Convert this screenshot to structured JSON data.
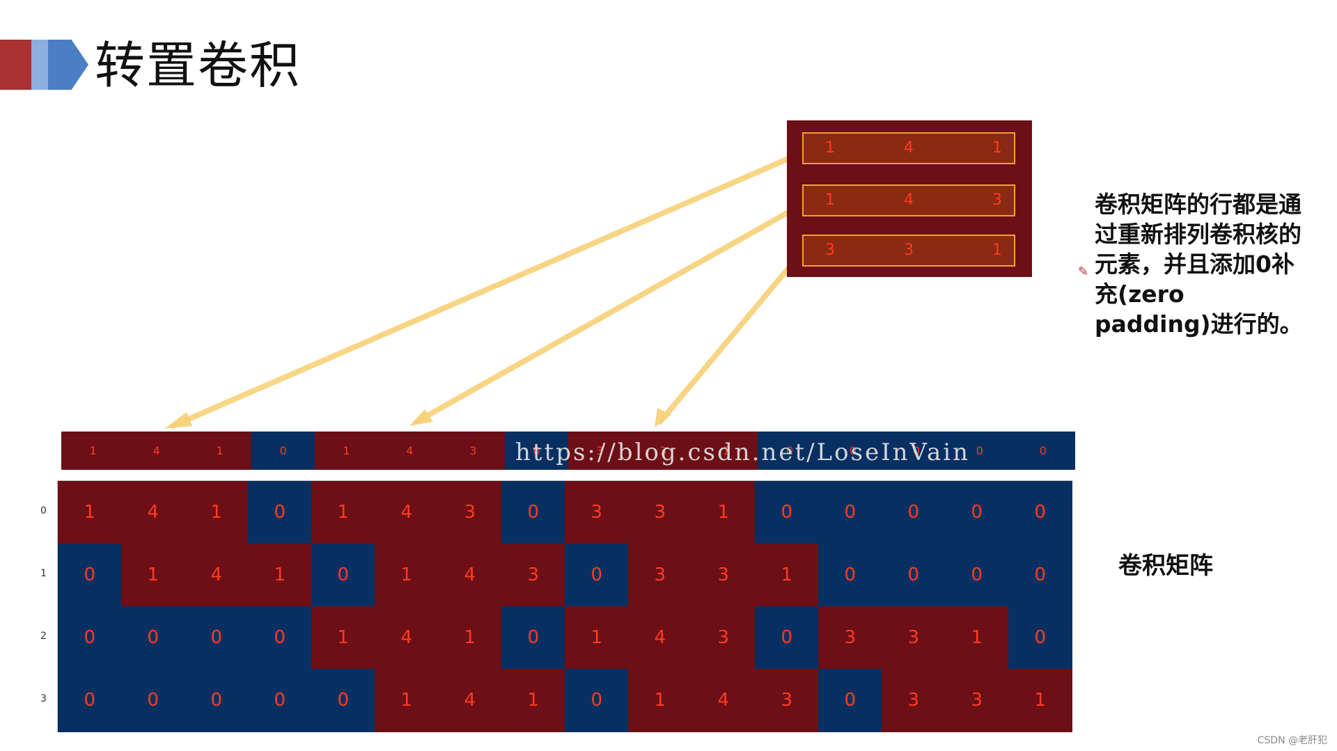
{
  "title": "转置卷积",
  "kernel": [
    [
      1,
      4,
      1
    ],
    [
      1,
      4,
      3
    ],
    [
      3,
      3,
      1
    ]
  ],
  "side_text": "卷积矩阵的行都是通过重新排列卷积核的元素，并且添加0补充(zero padding)进行的。",
  "matrix_label": "卷积矩阵",
  "flat_row": [
    1,
    4,
    1,
    0,
    1,
    4,
    3,
    0,
    3,
    3,
    1,
    0,
    0,
    0,
    0,
    0
  ],
  "watermark": "https://blog.csdn.net/LoseInVain",
  "row_ticks": [
    "0",
    "1",
    "2",
    "3"
  ],
  "matrix": [
    [
      1,
      4,
      1,
      0,
      1,
      4,
      3,
      0,
      3,
      3,
      1,
      0,
      0,
      0,
      0,
      0
    ],
    [
      0,
      1,
      4,
      1,
      0,
      1,
      4,
      3,
      0,
      3,
      3,
      1,
      0,
      0,
      0,
      0
    ],
    [
      0,
      0,
      0,
      0,
      1,
      4,
      1,
      0,
      1,
      4,
      3,
      0,
      3,
      3,
      1,
      0
    ],
    [
      0,
      0,
      0,
      0,
      0,
      1,
      4,
      1,
      0,
      1,
      4,
      3,
      0,
      3,
      3,
      1
    ]
  ],
  "footer": "CSDN @老肝犯",
  "colors": {
    "dark_red": "#6c0f16",
    "navy": "#072f62",
    "accent_yellow": "#f7d27a",
    "text_red": "#ff3b1f"
  }
}
